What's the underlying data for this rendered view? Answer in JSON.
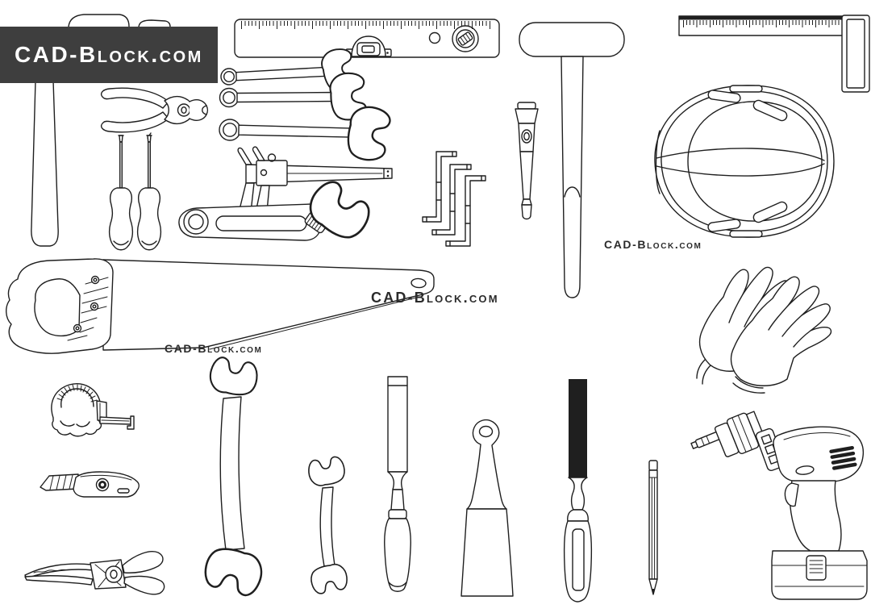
{
  "logo": {
    "text": "CAD-Block.com"
  },
  "watermarks": [
    {
      "id": "watermark-near-mallet",
      "text": "CAD-Block.com"
    },
    {
      "id": "watermark-on-saw-blade",
      "text": "CAD-Block.com"
    },
    {
      "id": "watermark-below-saw",
      "text": "CAD-Block.com"
    }
  ],
  "colors": {
    "line": "#1f1f1f",
    "logo_bg": "#3e3e3e",
    "logo_text": "#ffffff",
    "watermark": "#2b2b2b",
    "canvas_bg": "#ffffff"
  },
  "tools": [
    "hammer",
    "spirit-level",
    "try-square-ruler",
    "combination-wrench-small",
    "combination-wrench-medium",
    "combination-wrench-large",
    "diagonal-pliers",
    "screwdriver-flat",
    "screwdriver-phillips",
    "vernier-caliper",
    "adjustable-wrench",
    "hex-key-set",
    "flashlight",
    "rubber-mallet",
    "safety-helmet",
    "hand-saw",
    "work-gloves",
    "tape-measure",
    "utility-knife",
    "long-nose-pliers",
    "open-end-wrench-large",
    "open-end-wrench-small",
    "wood-chisel",
    "putty-knife",
    "flat-file",
    "pencil",
    "cordless-drill"
  ]
}
